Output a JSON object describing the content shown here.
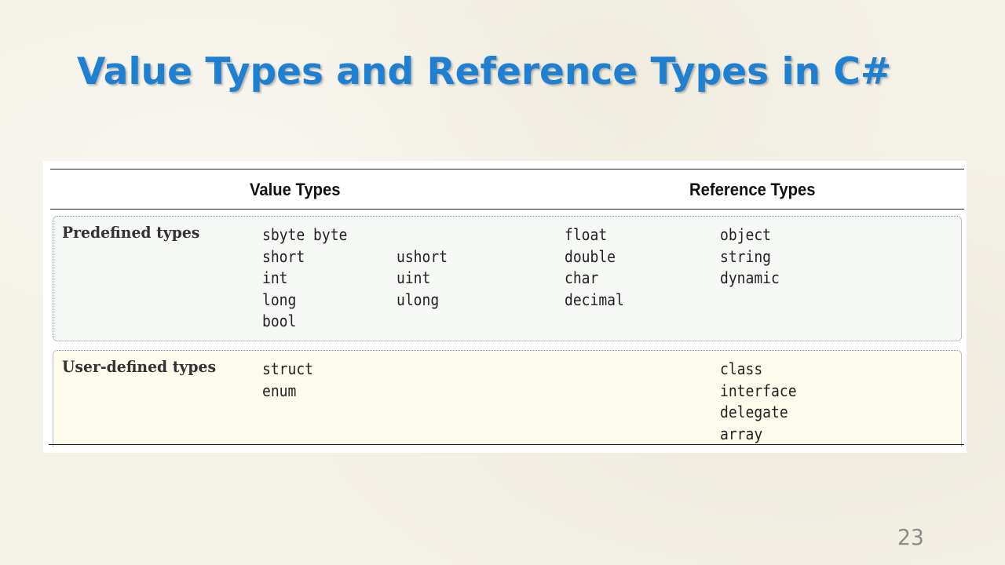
{
  "slide": {
    "title": "Value Types and Reference Types in C#",
    "page_number": "23",
    "title_color": "#1f7fd0"
  },
  "table": {
    "headers": {
      "value_types": "Value Types",
      "reference_types": "Reference Types"
    },
    "rows": [
      {
        "label": "Predefined types",
        "value_col1": [
          "sbyte byte",
          "short",
          "int",
          "long",
          "bool"
        ],
        "value_col2": [
          "",
          "ushort",
          "uint",
          "ulong"
        ],
        "value_col3": [
          "float",
          "double",
          "char",
          "decimal"
        ],
        "reference": [
          "object",
          "string",
          "dynamic"
        ]
      },
      {
        "label": "User-defined types",
        "value_col1": [
          "struct",
          "enum"
        ],
        "value_col2": [],
        "value_col3": [],
        "reference": [
          "class",
          "interface",
          "delegate",
          "array"
        ]
      }
    ]
  }
}
